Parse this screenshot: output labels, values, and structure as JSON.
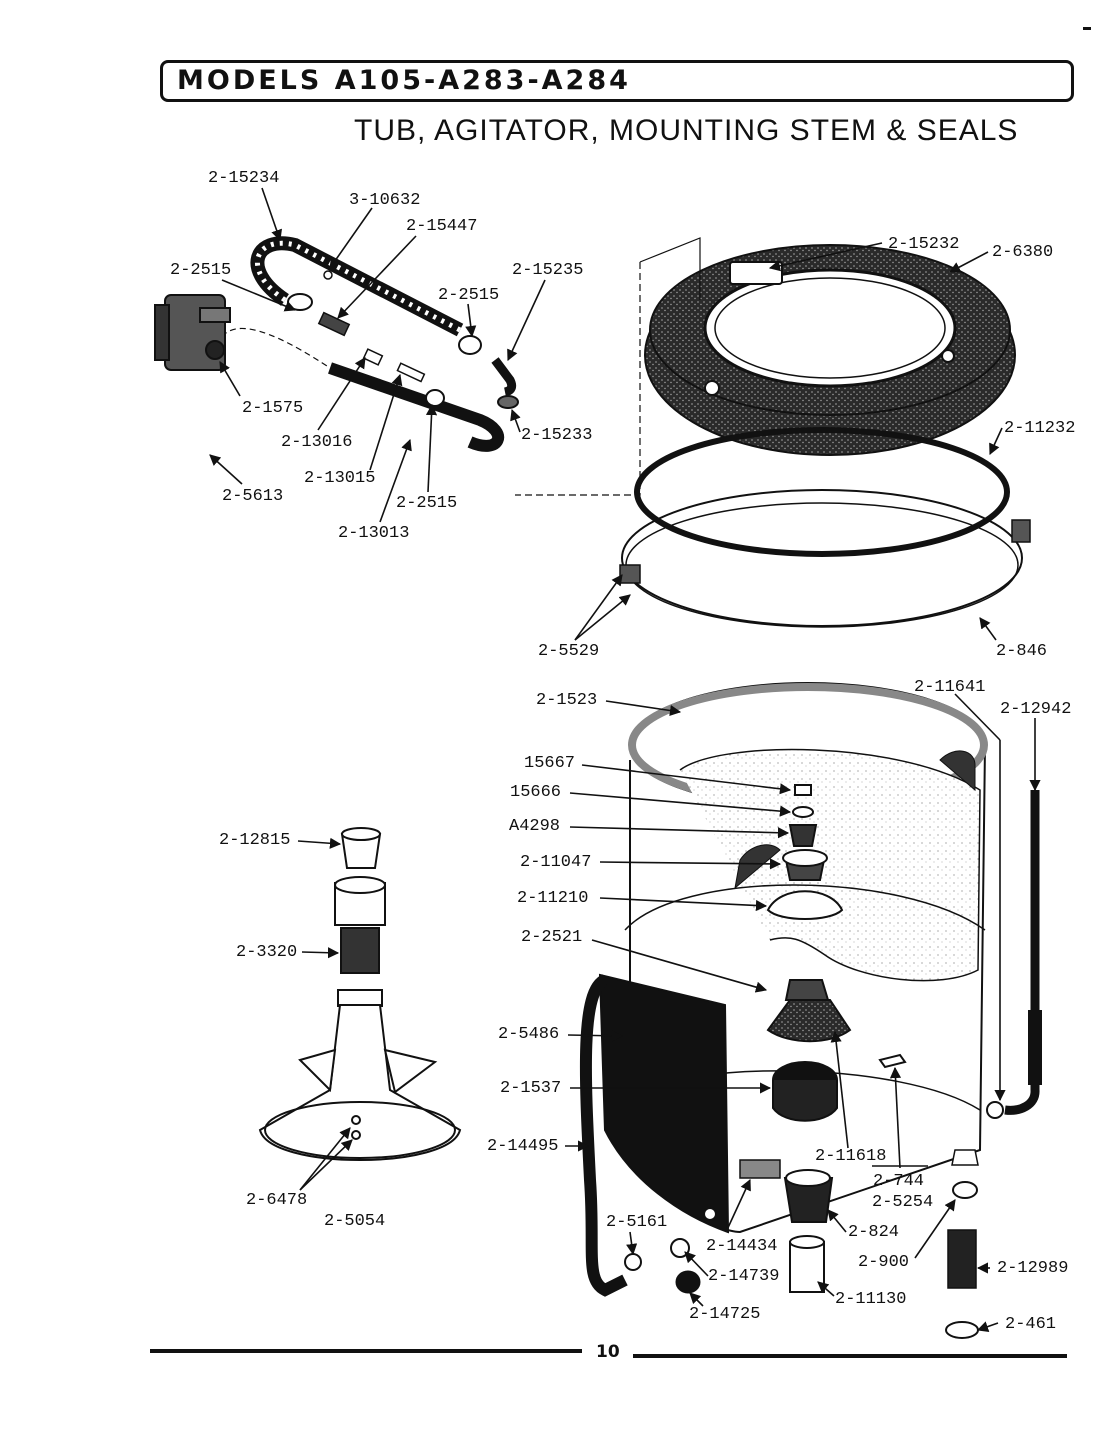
{
  "header": {
    "models_title": "MODELS A105-A283-A284",
    "subtitle": "TUB, AGITATOR, MOUNTING STEM & SEALS"
  },
  "callouts": {
    "c_2_15234": "2-15234",
    "c_3_10632": "3-10632",
    "c_2_15447": "2-15447",
    "c_2_2515_a": "2-2515",
    "c_2_2515_b": "2-2515",
    "c_2_15235": "2-15235",
    "c_2_1575": "2-1575",
    "c_2_13016": "2-13016",
    "c_2_15233": "2-15233",
    "c_2_13015": "2-13015",
    "c_2_2515_c": "2-2515",
    "c_2_5613": "2-5613",
    "c_2_13013": "2-13013",
    "c_2_15232": "2-15232",
    "c_2_6380": "2-6380",
    "c_2_11232": "2-11232",
    "c_2_5529": "2-5529",
    "c_2_846": "2-846",
    "c_2_1523": "2-1523",
    "c_2_11641": "2-11641",
    "c_2_12942": "2-12942",
    "c_15667": "15667",
    "c_15666": "15666",
    "c_a4298": "A4298",
    "c_2_11047": "2-11047",
    "c_2_11210": "2-11210",
    "c_2_2521": "2-2521",
    "c_2_12815": "2-12815",
    "c_2_3320": "2-3320",
    "c_2_5486": "2-5486",
    "c_2_1537": "2-1537",
    "c_2_14495": "2-14495",
    "c_2_11618": "2-11618",
    "c_2_744": "2-744",
    "c_2_5254": "2-5254",
    "c_2_6478": "2-6478",
    "c_2_5054": "2-5054",
    "c_2_5161": "2-5161",
    "c_2_14434": "2-14434",
    "c_2_824": "2-824",
    "c_2_900": "2-900",
    "c_2_12989": "2-12989",
    "c_2_14739": "2-14739",
    "c_2_11130": "2-11130",
    "c_2_14725": "2-14725",
    "c_2_461": "2-461"
  },
  "footer": {
    "page_number": "10"
  }
}
